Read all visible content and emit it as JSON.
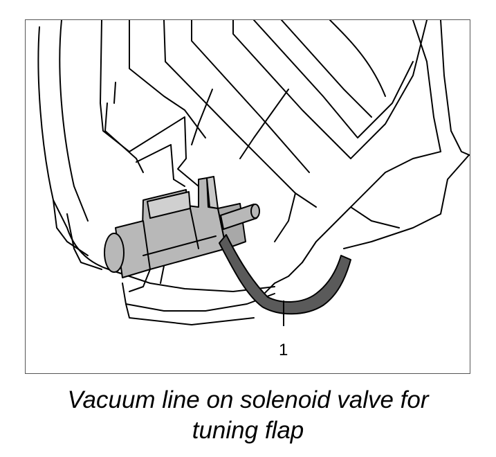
{
  "figure": {
    "callouts": [
      {
        "label": "1",
        "target": "vacuum-line"
      }
    ]
  },
  "caption": {
    "line1": "Vacuum line on solenoid valve for",
    "line2": "tuning flap"
  },
  "colors": {
    "frame": "#555555",
    "outline": "#000000",
    "valve_fill": "#b8b8b8",
    "hose_fill": "#5a5a5a",
    "background": "#ffffff"
  }
}
